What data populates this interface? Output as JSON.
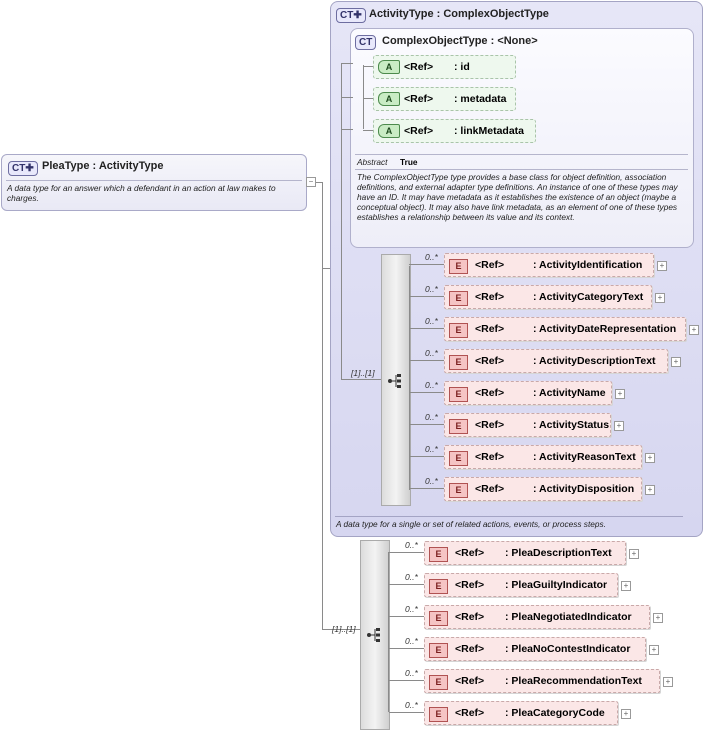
{
  "plea_type": {
    "badge": "CT",
    "title": "PleaType : ActivityType",
    "description": "A data type for an answer which a defendant in an action at law makes to charges."
  },
  "activity_type": {
    "badge": "CT",
    "title": "ActivityType : ComplexObjectType",
    "description": "A data type for a single or set of related actions, events, or process steps."
  },
  "complex_object_type": {
    "badge": "CT",
    "title": "ComplexObjectType : <None>",
    "attributes": [
      {
        "badge": "A",
        "ref": "<Ref>",
        "name": ": id"
      },
      {
        "badge": "A",
        "ref": "<Ref>",
        "name": ": metadata"
      },
      {
        "badge": "A",
        "ref": "<Ref>",
        "name": ": linkMetadata"
      }
    ],
    "abstract_label": "Abstract",
    "abstract_value": "True",
    "description": "The ComplexObjectType type provides a base class for object definition, association definitions, and external adapter type definitions. An instance of one of these types may have an ID. It may have metadata as it establishes the existence of an object (maybe a conceptual object). It may also have link metadata, as an element of one of these types establishes a relationship between its value and its context."
  },
  "activity_sequence": {
    "occurrence": "[1]..[1]",
    "elements": [
      {
        "occurrence": "0..*",
        "badge": "E",
        "ref": "<Ref>",
        "name": ": ActivityIdentification"
      },
      {
        "occurrence": "0..*",
        "badge": "E",
        "ref": "<Ref>",
        "name": ": ActivityCategoryText"
      },
      {
        "occurrence": "0..*",
        "badge": "E",
        "ref": "<Ref>",
        "name": ": ActivityDateRepresentation"
      },
      {
        "occurrence": "0..*",
        "badge": "E",
        "ref": "<Ref>",
        "name": ": ActivityDescriptionText"
      },
      {
        "occurrence": "0..*",
        "badge": "E",
        "ref": "<Ref>",
        "name": ": ActivityName"
      },
      {
        "occurrence": "0..*",
        "badge": "E",
        "ref": "<Ref>",
        "name": ": ActivityStatus"
      },
      {
        "occurrence": "0..*",
        "badge": "E",
        "ref": "<Ref>",
        "name": ": ActivityReasonText"
      },
      {
        "occurrence": "0..*",
        "badge": "E",
        "ref": "<Ref>",
        "name": ": ActivityDisposition"
      }
    ]
  },
  "plea_sequence": {
    "occurrence": "[1]..[1]",
    "elements": [
      {
        "occurrence": "0..*",
        "badge": "E",
        "ref": "<Ref>",
        "name": ": PleaDescriptionText"
      },
      {
        "occurrence": "0..*",
        "badge": "E",
        "ref": "<Ref>",
        "name": ": PleaGuiltyIndicator"
      },
      {
        "occurrence": "0..*",
        "badge": "E",
        "ref": "<Ref>",
        "name": ": PleaNegotiatedIndicator"
      },
      {
        "occurrence": "0..*",
        "badge": "E",
        "ref": "<Ref>",
        "name": ": PleaNoContestIndicator"
      },
      {
        "occurrence": "0..*",
        "badge": "E",
        "ref": "<Ref>",
        "name": ": PleaRecommendationText"
      },
      {
        "occurrence": "0..*",
        "badge": "E",
        "ref": "<Ref>",
        "name": ": PleaCategoryCode"
      }
    ]
  },
  "icons": {
    "complex_type": "complex-type-icon",
    "attribute": "attribute-icon",
    "element": "element-icon",
    "sequence": "sequence-compositor-icon",
    "expand": "expand-plus-icon"
  },
  "colors": {
    "complex_type_fill": "#d6d6f0",
    "attribute_fill": "#eef8ee",
    "element_fill": "#fbe7e7",
    "connector": "#8a8a8a"
  }
}
